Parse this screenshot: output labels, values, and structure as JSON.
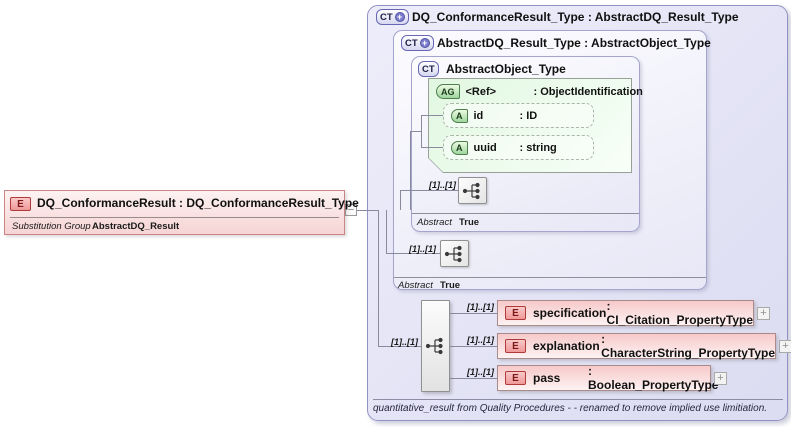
{
  "root_element": {
    "badge": "E",
    "title": "DQ_ConformanceResult : DQ_ConformanceResult_Type",
    "substitution_group_label": "Substitution Group",
    "substitution_group_value": "AbstractDQ_Result",
    "collapse_glyph": "−"
  },
  "outer_type": {
    "badge": "CT",
    "badge_plus": "+",
    "title": "DQ_ConformanceResult_Type : AbstractDQ_Result_Type",
    "footer_note": "quantitative_result from Quality Procedures -  - renamed to remove implied use limitiation."
  },
  "base_type": {
    "badge": "CT",
    "badge_plus": "+",
    "title": "AbstractDQ_Result_Type : AbstractObject_Type",
    "occurrence": "[1]..[1]",
    "abstract_label": "Abstract",
    "abstract_value": "True"
  },
  "object_type": {
    "badge": "CT",
    "title": "AbstractObject_Type",
    "occurrence": "[1]..[1]",
    "abstract_label": "Abstract",
    "abstract_value": "True",
    "attribute_group": {
      "badge": "AG",
      "name": "<Ref>",
      "type": ": ObjectIdentification",
      "attributes": [
        {
          "badge": "A",
          "name": "id",
          "type": ": ID"
        },
        {
          "badge": "A",
          "name": "uuid",
          "type": ": string"
        }
      ]
    }
  },
  "content_sequence": {
    "occurrence": "[1]..[1]",
    "elements": [
      {
        "badge": "E",
        "occurrence": "[1]..[1]",
        "name": "specification",
        "type": ": CI_Citation_PropertyType",
        "expand_glyph": "+"
      },
      {
        "badge": "E",
        "occurrence": "[1]..[1]",
        "name": "explanation",
        "type": ": CharacterString_PropertyType",
        "expand_glyph": "+"
      },
      {
        "badge": "E",
        "occurrence": "[1]..[1]",
        "name": "pass",
        "type": ": Boolean_PropertyType",
        "expand_glyph": "+"
      }
    ]
  }
}
